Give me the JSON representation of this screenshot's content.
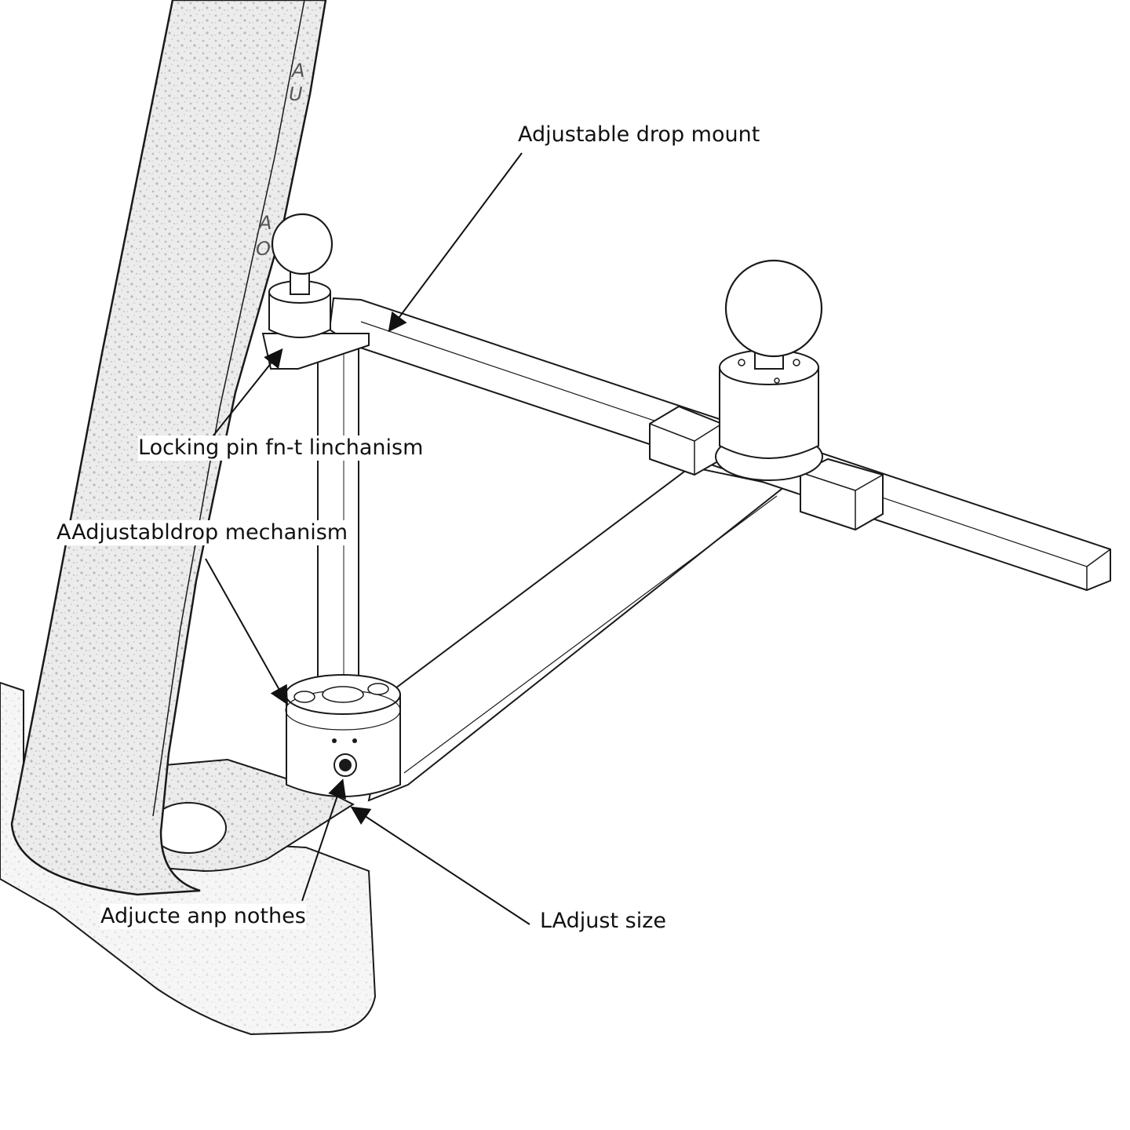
{
  "labels": {
    "adjustable_drop_mount": "Adjustable drop mount",
    "locking_pin": "Locking pin fn-t linchanism",
    "adjustable_drop_mechanism": "AAdjustabldrop mechanism",
    "adjust_notches": "Adjucte anp nothes",
    "adjust_size": "LAdjust size"
  },
  "upright_marks": [
    "A",
    "U",
    "A",
    "O"
  ],
  "colors": {
    "line": "#1a1a1a",
    "texture": "#e6e6e6",
    "texture_dark": "#c4c4c4"
  }
}
